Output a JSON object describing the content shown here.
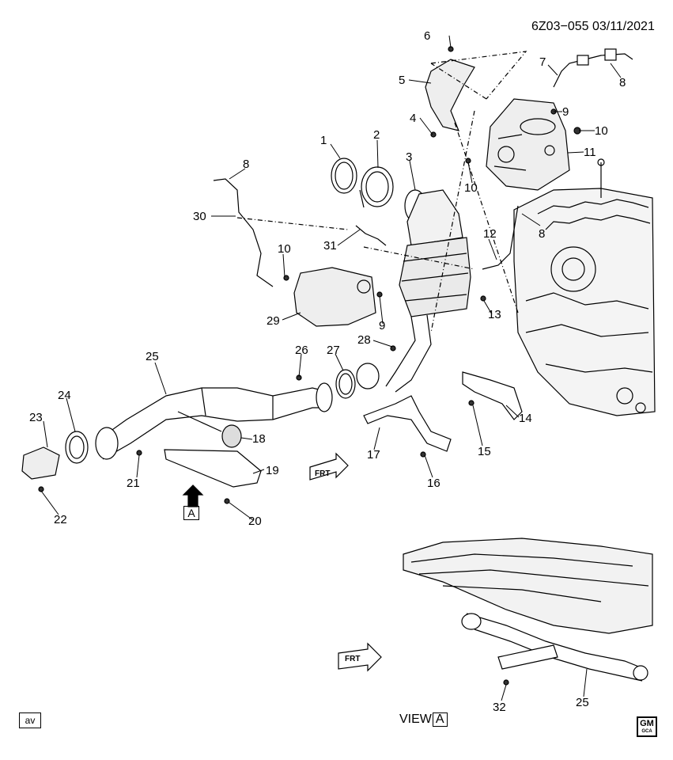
{
  "header": {
    "doc_code": "6Z03−055  03/11/2021"
  },
  "callouts": {
    "c1": "1",
    "c2": "2",
    "c3": "3",
    "c4": "4",
    "c5": "5",
    "c6": "6",
    "c7": "7",
    "c8a": "8",
    "c8b": "8",
    "c8c": "8",
    "c9a": "9",
    "c9b": "9",
    "c10a": "10",
    "c10b": "10",
    "c10c": "10",
    "c11": "11",
    "c12": "12",
    "c13": "13",
    "c14": "14",
    "c15": "15",
    "c16": "16",
    "c17": "17",
    "c18": "18",
    "c19": "19",
    "c20": "20",
    "c21": "21",
    "c22": "22",
    "c23": "23",
    "c24": "24",
    "c25a": "25",
    "c25b": "25",
    "c26": "26",
    "c27": "27",
    "c28": "28",
    "c29": "29",
    "c30": "30",
    "c31": "31",
    "c32": "32"
  },
  "arrows": {
    "frt1": "FRT",
    "frt2": "FRT",
    "view_a": "A"
  },
  "footer": {
    "av": "av",
    "view_prefix": "VIEW",
    "view_letter": "A",
    "gm_top": "GM",
    "gm_bottom": "GCA"
  }
}
